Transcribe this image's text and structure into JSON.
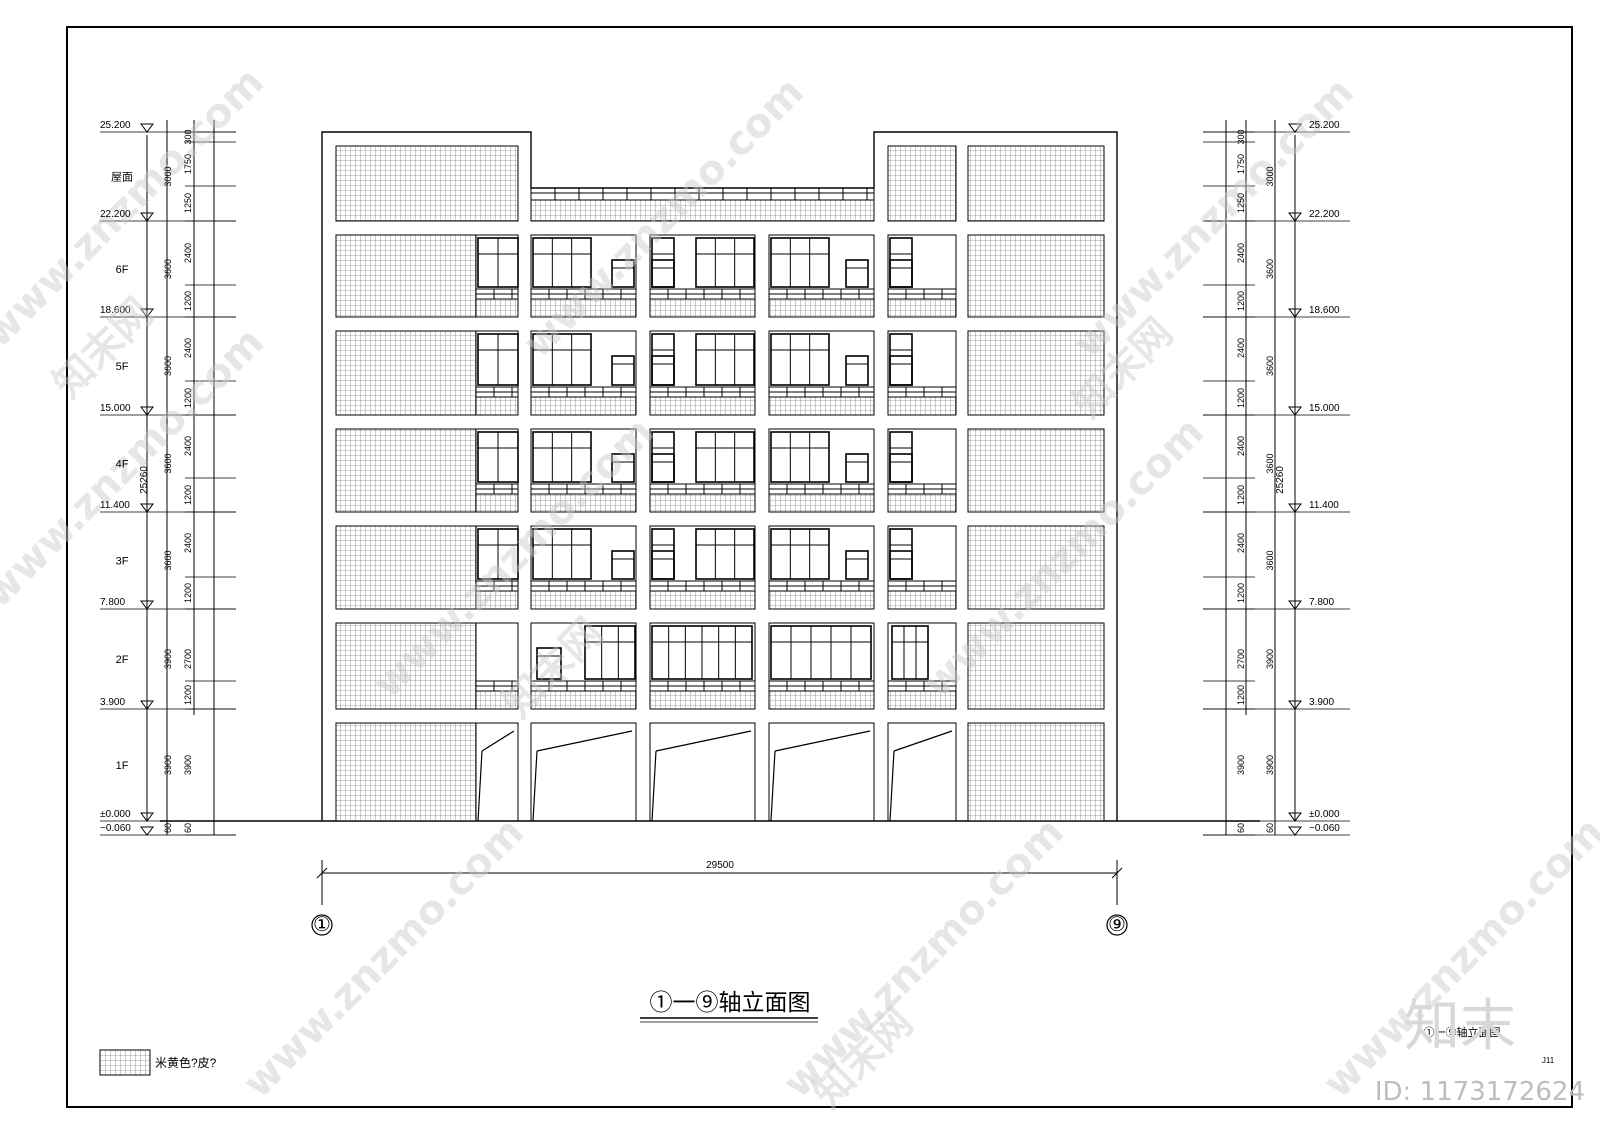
{
  "drawing": {
    "title": "①一⑨轴立面图",
    "axis_left": "①",
    "axis_right": "⑨",
    "total_width_dim": "29500",
    "total_height_dim": "25260",
    "sheet_code": "J11",
    "small_title": "①一⑨轴立面图"
  },
  "legend": {
    "label": "米黄色?皮?"
  },
  "levels": [
    {
      "elev": "25.200",
      "floor": ""
    },
    {
      "elev": "22.200",
      "floor": "屋面"
    },
    {
      "elev": "18.600",
      "floor": "6F"
    },
    {
      "elev": "15.000",
      "floor": "5F"
    },
    {
      "elev": "11.400",
      "floor": "4F"
    },
    {
      "elev": "7.800",
      "floor": "3F"
    },
    {
      "elev": "3.900",
      "floor": "2F"
    },
    {
      "elev": "±0.000",
      "floor": "1F"
    },
    {
      "elev": "−0.060",
      "floor": ""
    }
  ],
  "floor_heights": [
    "3000",
    "3600",
    "3600",
    "3600",
    "3600",
    "3900",
    "3900",
    "60"
  ],
  "sub_dims": [
    "300",
    "1750",
    "1250",
    "2400",
    "1200",
    "2400",
    "1200",
    "2400",
    "1200",
    "2400",
    "1200",
    "2700",
    "1200",
    "3900",
    "60"
  ],
  "watermark": {
    "site": "www.znzmo.com",
    "brand": "知末网",
    "logo": "知末",
    "id": "ID: 1173172624"
  }
}
